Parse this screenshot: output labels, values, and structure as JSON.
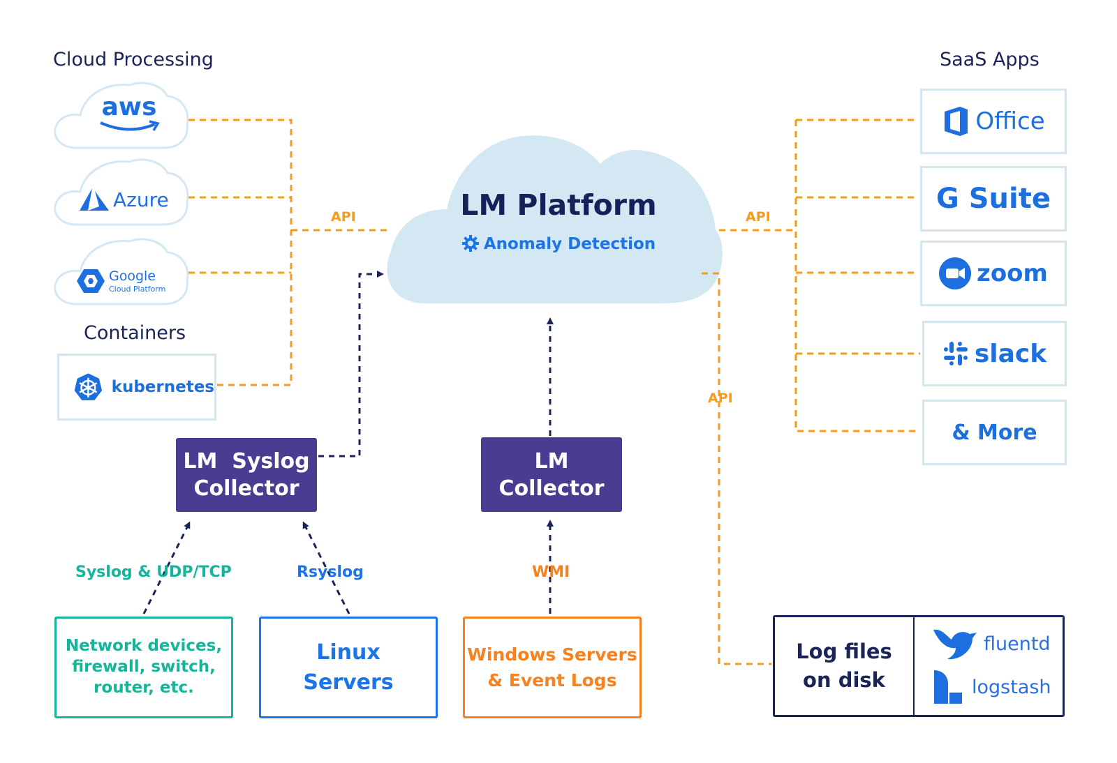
{
  "headings": {
    "cloud_processing": "Cloud Processing",
    "containers": "Containers",
    "saas_apps": "SaaS Apps"
  },
  "platform": {
    "title": "LM Platform",
    "subtitle": "Anomaly Detection",
    "icon": "gear-icon"
  },
  "api_labels": {
    "left": "API",
    "right": "API",
    "log_files": "API"
  },
  "cloud_providers": [
    {
      "label": "aws",
      "icon": "aws-smile-icon"
    },
    {
      "label": "Azure",
      "icon": "azure-triangle-icon"
    },
    {
      "label": "Google",
      "sublabel": "Cloud Platform",
      "icon": "gcp-hexagon-icon"
    }
  ],
  "containers": {
    "label": "kubernetes",
    "icon": "helm-wheel-icon"
  },
  "saas": [
    {
      "label": "Office",
      "icon": "office-icon"
    },
    {
      "label": "G Suite",
      "icon": "g-icon"
    },
    {
      "label": "zoom",
      "icon": "camera-icon"
    },
    {
      "label": "slack",
      "icon": "hash-icon"
    },
    {
      "label": "& More"
    }
  ],
  "collectors": {
    "syslog": {
      "line1": "LM  Syslog",
      "line2": "Collector"
    },
    "lm": {
      "line1": "LM",
      "line2": "Collector"
    }
  },
  "protocols": {
    "syslog_udp": "Syslog & UDP/TCP",
    "rsyslog": "Rsyslog",
    "wmi": "WMI"
  },
  "sources": {
    "network": {
      "line1": "Network devices,",
      "line2": "firewall, switch,",
      "line3": "router, etc.",
      "color": "#15b59c"
    },
    "linux": {
      "line1": "Linux",
      "line2": "Servers",
      "color": "#1d74e6"
    },
    "windows": {
      "line1": "Windows Servers",
      "line2": "& Event Logs",
      "color": "#f5821f"
    }
  },
  "log_files": {
    "line1": "Log files",
    "line2": "on disk",
    "tools": [
      {
        "label": "fluentd",
        "icon": "bird-icon"
      },
      {
        "label": "logstash",
        "icon": "logstash-icon"
      }
    ]
  },
  "colors": {
    "orange_connector": "#f59b1f",
    "navy_connector": "#1a2456",
    "cloud_fill": "#d3e8f2",
    "collector_fill": "#4b3b91",
    "blue_text": "#1d6fe0"
  }
}
